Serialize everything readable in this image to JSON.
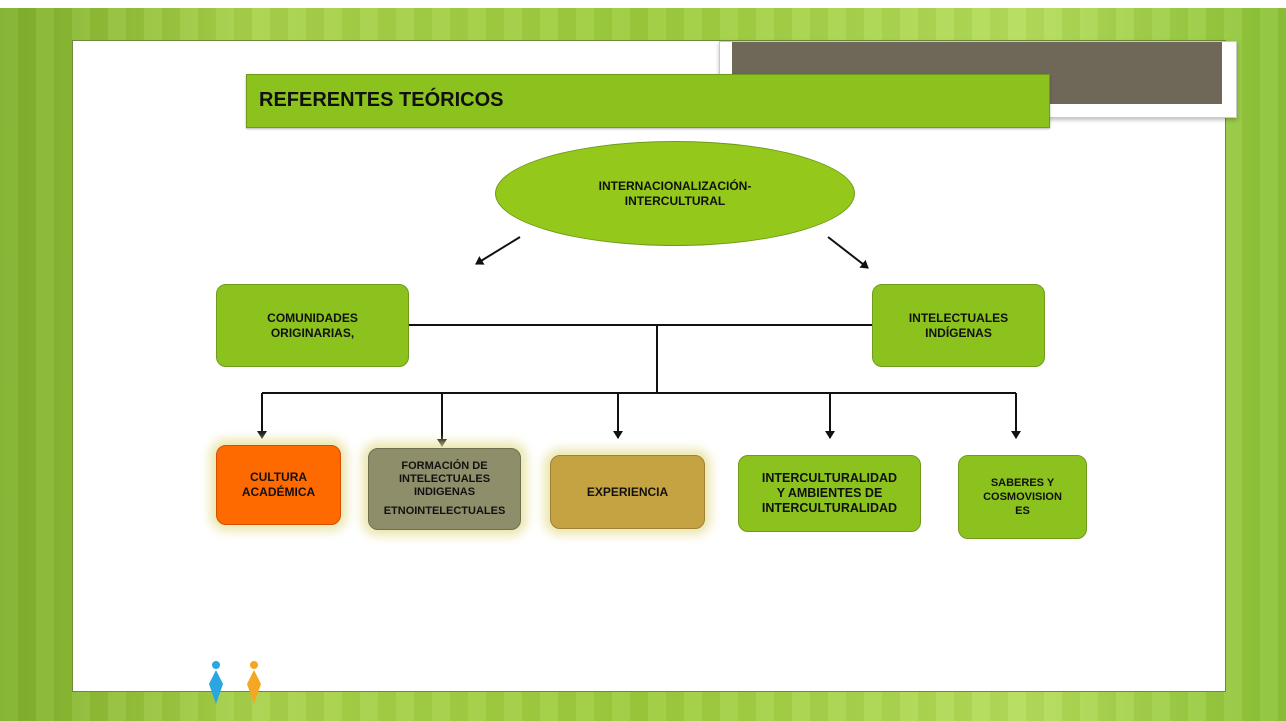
{
  "slide": {
    "title": "REFERENTES TEÓRICOS"
  },
  "diagram": {
    "root": "INTERNACIONALIZACIÓN-\nINTERCULTURAL",
    "level2": {
      "left": "COMUNIDADES\nORIGINARIAS,",
      "right": "INTELECTUALES\nINDÍGENAS"
    },
    "level3": [
      {
        "label": "CULTURA\nACADÉMICA",
        "color": "#ff6a00"
      },
      {
        "label": "FORMACIÓN DE\nINTELECTUALES\nINDIGENAS",
        "label2": "ETNOINTELECTUALES",
        "color": "#8f8e6a"
      },
      {
        "label": "EXPERIENCIA",
        "color": "#c6a342"
      },
      {
        "label": "INTERCULTURALIDAD\nY AMBIENTES DE\nINTERCULTURALIDAD",
        "color": "#8cc21e"
      },
      {
        "label": "SABERES Y\nCOSMOVISION\nES",
        "color": "#8cc21e"
      }
    ]
  },
  "colors": {
    "accent_green": "#8cc21e",
    "photo": "#6f6758",
    "figure_blue": "#2aa6e0",
    "figure_orange": "#f5a623"
  }
}
